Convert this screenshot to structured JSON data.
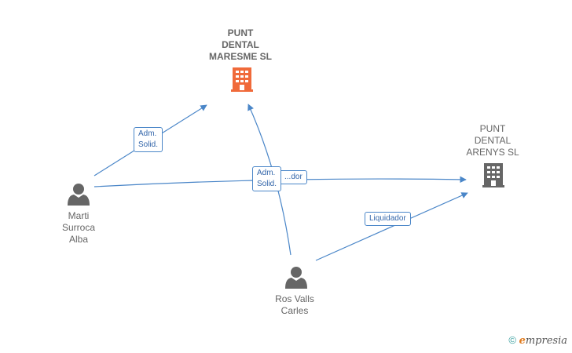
{
  "nodes": {
    "company_maresme": {
      "name": "PUNT DENTAL MARESME SL",
      "lines": [
        "PUNT",
        "DENTAL",
        "MARESME  SL"
      ],
      "color": "#f06a3a"
    },
    "company_arenys": {
      "name": "PUNT DENTAL ARENYS SL",
      "lines": [
        "PUNT",
        "DENTAL",
        "ARENYS  SL"
      ],
      "color": "#666666"
    },
    "person_marti": {
      "lines": [
        "Marti",
        "Surroca",
        "Alba"
      ],
      "color": "#666666"
    },
    "person_ros": {
      "lines": [
        "Ros Valls",
        "Carles"
      ],
      "color": "#666666"
    }
  },
  "edges": {
    "marti_maresme": {
      "lines": [
        "Adm.",
        "Solid."
      ]
    },
    "marti_arenys": {
      "text": "...dor"
    },
    "ros_maresme": {
      "lines": [
        "Adm.",
        "Solid."
      ]
    },
    "ros_arenys": {
      "text": "Liquidador"
    }
  },
  "edge_color": "#4a86c8",
  "footer": {
    "copyright_symbol": "©",
    "brand_initial": "e",
    "brand_rest": "mpresia"
  }
}
